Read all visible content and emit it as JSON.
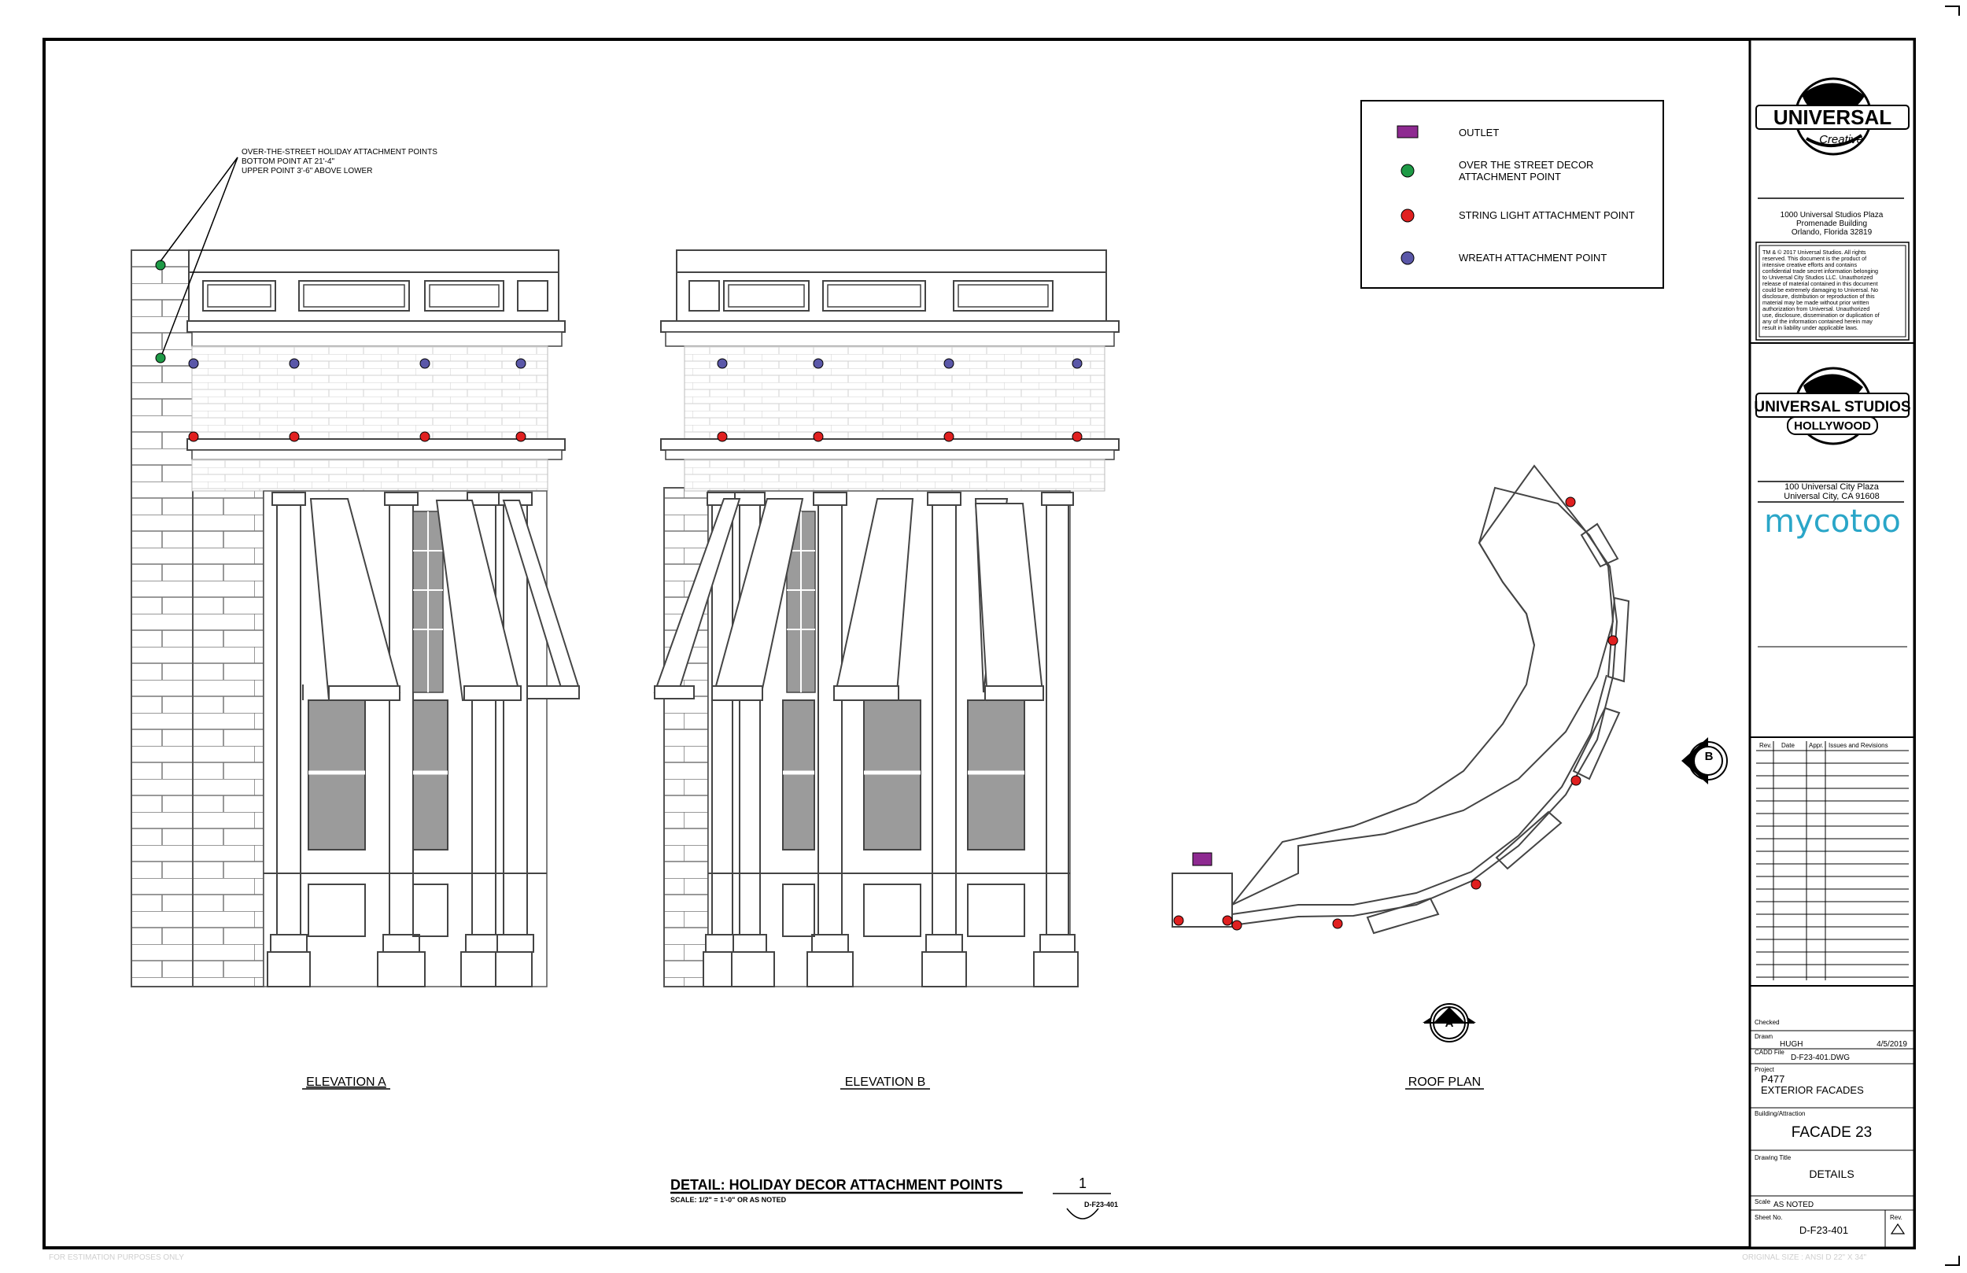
{
  "callout": {
    "line1": "OVER-THE-STREET HOLIDAY ATTACHMENT POINTS",
    "line2": "BOTTOM POINT AT 21'-4\"",
    "line3": "UPPER POINT 3'-6\" ABOVE LOWER"
  },
  "legend": {
    "items": [
      {
        "label": "OUTLET",
        "symbol": "purple-square",
        "color": "#8e2a91"
      },
      {
        "label_line1": "OVER THE STREET DECOR",
        "label_line2": "ATTACHMENT POINT",
        "symbol": "green-circle",
        "color": "#1e9a46"
      },
      {
        "label": "STRING LIGHT ATTACHMENT POINT",
        "symbol": "red-circle",
        "color": "#e02020"
      },
      {
        "label": "WREATH ATTACHMENT POINT",
        "symbol": "blue-circle",
        "color": "#5a57a8"
      }
    ]
  },
  "views": {
    "elevation_a": "ELEVATION A",
    "elevation_b": "ELEVATION B",
    "roof_plan": "ROOF PLAN",
    "marker_a": "A",
    "marker_b": "B"
  },
  "detail": {
    "title": "DETAIL: HOLIDAY DECOR ATTACHMENT POINTS",
    "scale": "SCALE:   1/2\" = 1'-0\" OR AS NOTED",
    "number": "1",
    "sheet_ref": "D-F23-401"
  },
  "footer": {
    "left": "FOR ESTIMATION PURPOSES ONLY",
    "right": "ORIGINAL SIZE : ANSI D 22\" X 34\""
  },
  "title_block": {
    "creative_logo_word": "UNIVERSAL",
    "creative_logo_script": "Creative",
    "creative_address": [
      "1000 Universal Studios Plaza",
      "Promenade Building",
      "Orlando, Florida 32819"
    ],
    "disclaimer": [
      "TM & © 2017 Universal Studios.  All rights",
      "reserved. This document is the product of",
      "intensive creative efforts and contains",
      "confidential trade secret information belonging",
      "to Universal City Studios LLC. Unauthorized",
      "release of material contained in this document",
      "could be extremely damaging to Universal. No",
      "disclosure, distribution or reproduction of this",
      "material may be made without prior written",
      "authorization from Universal.   Unauthorized",
      "use, disclosure, dissemination or duplication of",
      "any of the information contained herein may",
      "result in liability under applicable laws."
    ],
    "studios_logo_word1": "UNIVERSAL STUDIOS",
    "studios_logo_word2": "HOLLYWOOD",
    "studios_address": [
      "100 Universal City Plaza",
      "Universal City, CA  91608"
    ],
    "brand": "mycotoo",
    "revisions_headers": [
      "Rev.",
      "Date",
      "Appr.",
      "Issues and Revisions"
    ],
    "checked_label": "Checked",
    "drawn_label": "Drawn",
    "drawn_by": "HUGH",
    "date": "4/5/2019",
    "cadd_label": "CADD File",
    "cadd_file": "D-F23-401.DWG",
    "project_label": "Project",
    "project_code": "P477",
    "project_name": "EXTERIOR FACADES",
    "building_label": "Building/Attraction",
    "building": "FACADE 23",
    "drawing_title_label": "Drawing Title",
    "drawing_title": "DETAILS",
    "scale_label": "Scale",
    "scale": "AS NOTED",
    "sheet_label": "Sheet No.",
    "sheet_no": "D-F23-401",
    "rev_label": "Rev."
  }
}
